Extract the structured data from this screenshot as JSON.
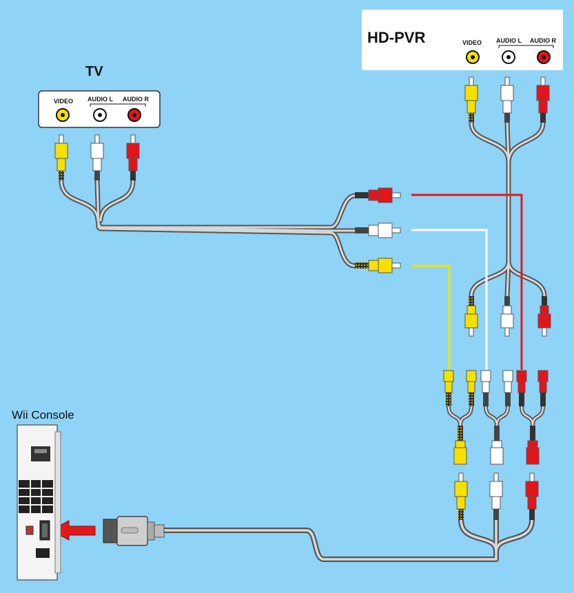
{
  "tv": {
    "title": "TV",
    "video_label": "VIDEO",
    "audio_l_label": "AUDIO L",
    "audio_r_label": "AUDIO R"
  },
  "hdpvr": {
    "title": "HD-PVR",
    "video_label": "VIDEO",
    "audio_l_label": "AUDIO L",
    "audio_r_label": "AUDIO R"
  },
  "wii": {
    "title": "Wii Console"
  },
  "colors": {
    "background": "#8fd3f7",
    "video": "#f7e000",
    "audio_l": "#ffffff",
    "audio_r": "#e4141b",
    "cable": "#9a9a9a",
    "arrow": "#e0191b"
  }
}
